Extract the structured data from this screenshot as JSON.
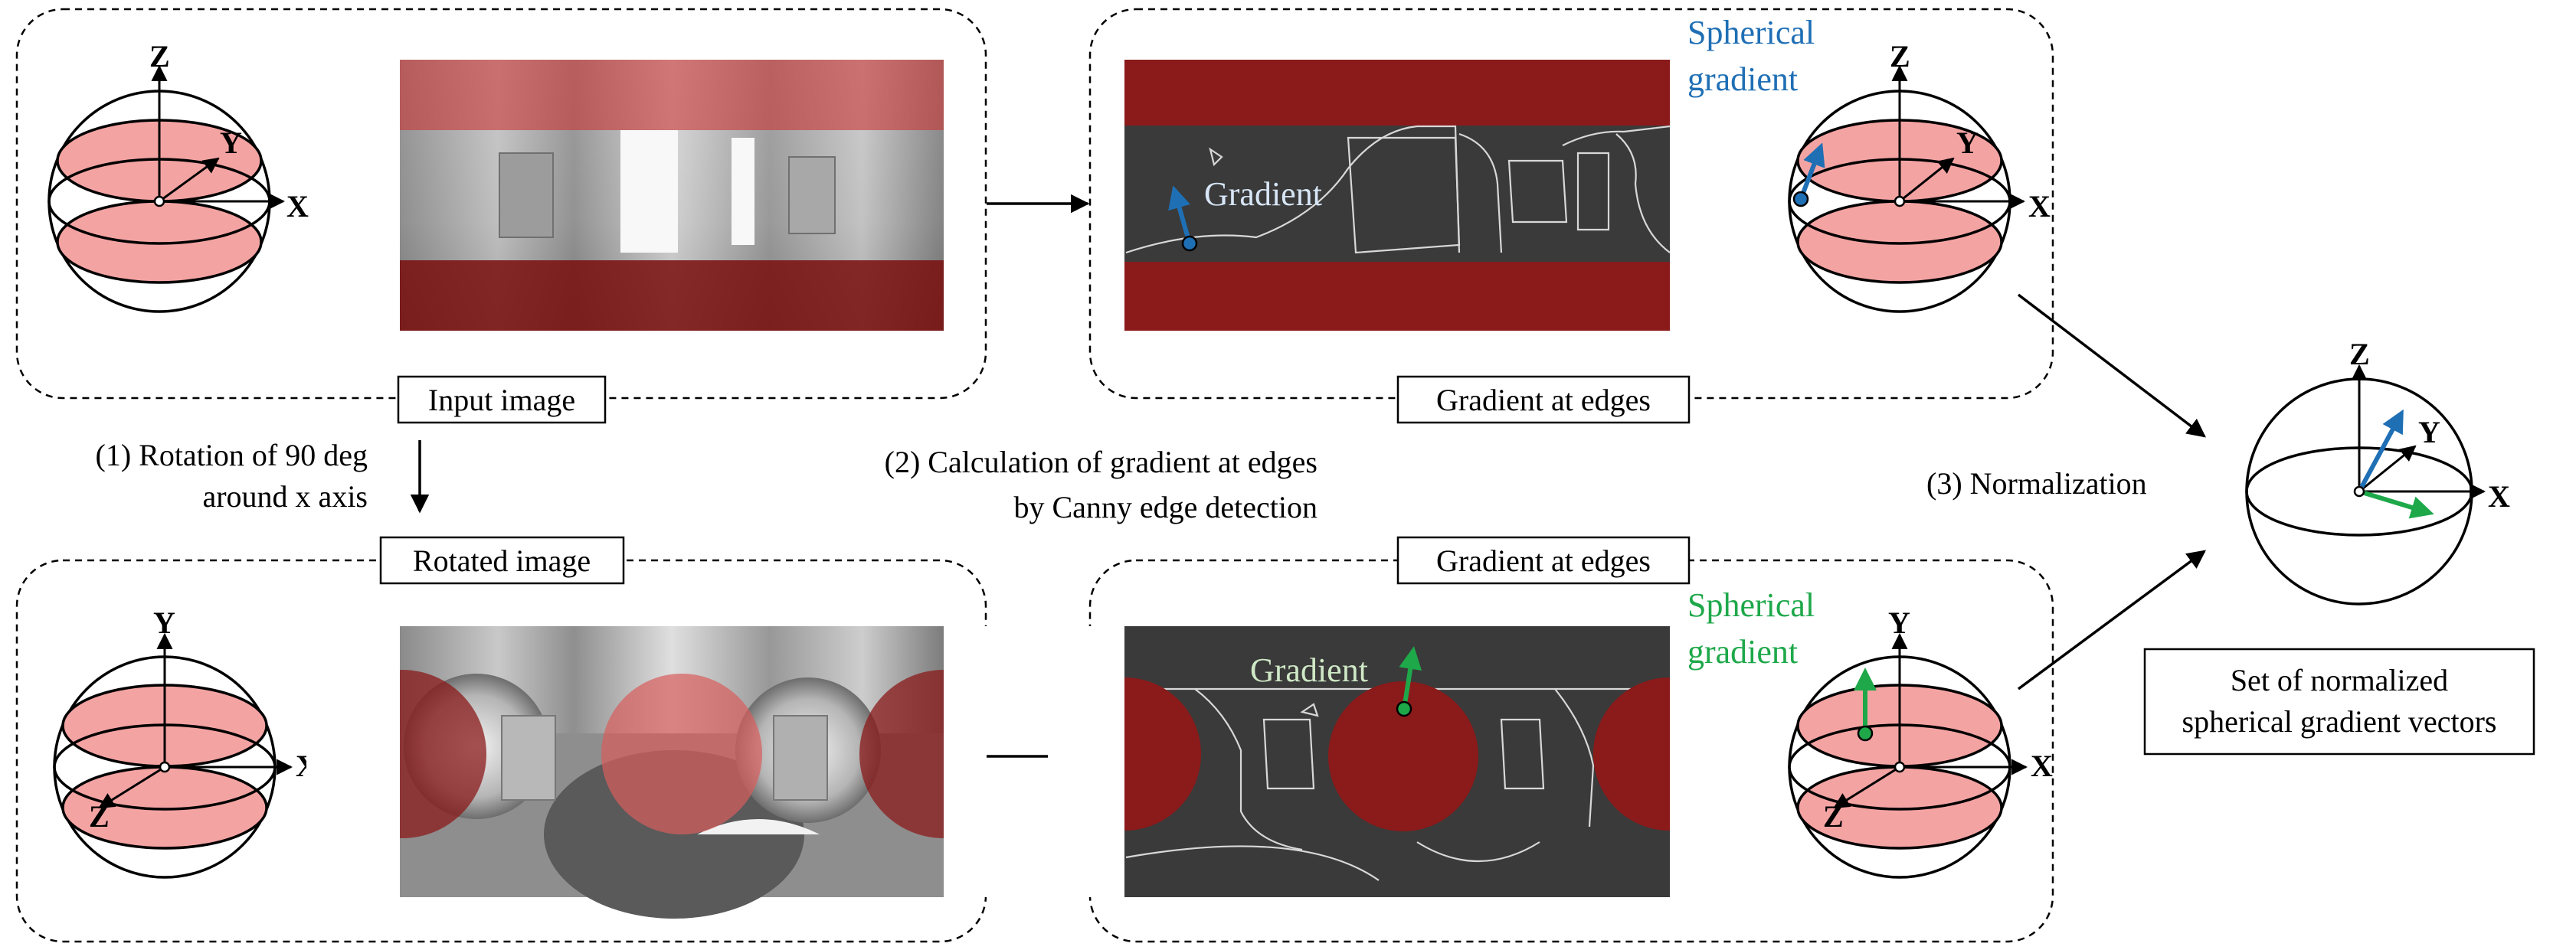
{
  "panels": {
    "input": {
      "label": "Input image"
    },
    "rotated": {
      "label": "Rotated image"
    },
    "gradient_top": {
      "label": "Gradient at edges",
      "gradient_text": "Gradient",
      "spherical_text": [
        "Spherical",
        "gradient"
      ]
    },
    "gradient_bottom": {
      "label": "Gradient at edges",
      "gradient_text": "Gradient",
      "spherical_text": [
        "Spherical",
        "gradient"
      ]
    },
    "result": {
      "label": [
        "Set of normalized",
        "spherical gradient vectors"
      ]
    }
  },
  "steps": {
    "step1": [
      "(1) Rotation of 90 deg",
      "around x axis"
    ],
    "step2": [
      "(2) Calculation of gradient at edges",
      "by Canny edge detection"
    ],
    "step3": "(3) Normalization"
  },
  "axes": {
    "x": "X",
    "y": "Y",
    "z": "Z"
  },
  "colors": {
    "cap_fill": "#f4a3a3",
    "mask_red": "#8b1a1a",
    "edge_bg": "#3a3a3a",
    "blue_vector": "#1f6fb5",
    "green_vector": "#1ea84a"
  }
}
